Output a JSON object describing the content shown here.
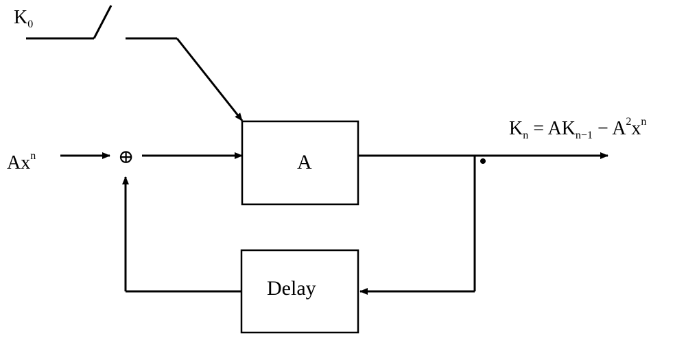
{
  "labels": {
    "k0_main": "K",
    "k0_sub": "0",
    "input_main": "Ax",
    "input_sup": "n",
    "summer_symbol": "⊕",
    "block_a": "A",
    "block_delay": "Delay",
    "output": {
      "k": "K",
      "k_sub": "n",
      "eq": "= AK",
      "k2_sub": "n−1",
      "minus_a": "− A",
      "a_sup": "2",
      "x": "x",
      "x_sup": "n"
    }
  },
  "colors": {
    "stroke": "#000000",
    "background": "#ffffff"
  }
}
